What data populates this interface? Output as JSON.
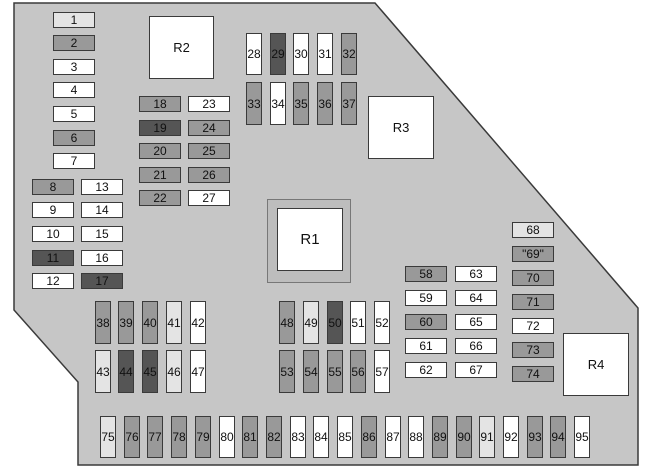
{
  "colors": {
    "board": "#c6c6c6",
    "outline": "#3a3a3a",
    "fuse_white": "#ffffff",
    "fuse_light": "#e4e4e4",
    "fuse_mid": "#999999",
    "fuse_dark": "#555555"
  },
  "relays": [
    "R1",
    "R2",
    "R3",
    "R4"
  ],
  "fuses": [
    {
      "label": "1",
      "shade": "light"
    },
    {
      "label": "2",
      "shade": "mid"
    },
    {
      "label": "3",
      "shade": "white"
    },
    {
      "label": "4",
      "shade": "white"
    },
    {
      "label": "5",
      "shade": "white"
    },
    {
      "label": "6",
      "shade": "mid"
    },
    {
      "label": "7",
      "shade": "white"
    },
    {
      "label": "8",
      "shade": "mid"
    },
    {
      "label": "9",
      "shade": "white"
    },
    {
      "label": "10",
      "shade": "white"
    },
    {
      "label": "11",
      "shade": "dark"
    },
    {
      "label": "12",
      "shade": "white"
    },
    {
      "label": "13",
      "shade": "white"
    },
    {
      "label": "14",
      "shade": "white"
    },
    {
      "label": "15",
      "shade": "white"
    },
    {
      "label": "16",
      "shade": "white"
    },
    {
      "label": "17",
      "shade": "dark"
    },
    {
      "label": "18",
      "shade": "mid"
    },
    {
      "label": "19",
      "shade": "dark"
    },
    {
      "label": "20",
      "shade": "mid"
    },
    {
      "label": "21",
      "shade": "mid"
    },
    {
      "label": "22",
      "shade": "mid"
    },
    {
      "label": "23",
      "shade": "white"
    },
    {
      "label": "24",
      "shade": "mid"
    },
    {
      "label": "25",
      "shade": "mid"
    },
    {
      "label": "26",
      "shade": "mid"
    },
    {
      "label": "27",
      "shade": "white"
    },
    {
      "label": "28",
      "shade": "white"
    },
    {
      "label": "29",
      "shade": "dark"
    },
    {
      "label": "30",
      "shade": "white"
    },
    {
      "label": "31",
      "shade": "white"
    },
    {
      "label": "32",
      "shade": "mid"
    },
    {
      "label": "33",
      "shade": "mid"
    },
    {
      "label": "34",
      "shade": "white"
    },
    {
      "label": "35",
      "shade": "mid"
    },
    {
      "label": "36",
      "shade": "mid"
    },
    {
      "label": "37",
      "shade": "mid"
    },
    {
      "label": "38",
      "shade": "mid"
    },
    {
      "label": "39",
      "shade": "mid"
    },
    {
      "label": "40",
      "shade": "mid"
    },
    {
      "label": "41",
      "shade": "light"
    },
    {
      "label": "42",
      "shade": "white"
    },
    {
      "label": "43",
      "shade": "light"
    },
    {
      "label": "44",
      "shade": "dark"
    },
    {
      "label": "45",
      "shade": "dark"
    },
    {
      "label": "46",
      "shade": "light"
    },
    {
      "label": "47",
      "shade": "white"
    },
    {
      "label": "48",
      "shade": "mid"
    },
    {
      "label": "49",
      "shade": "light"
    },
    {
      "label": "50",
      "shade": "dark"
    },
    {
      "label": "51",
      "shade": "white"
    },
    {
      "label": "52",
      "shade": "white"
    },
    {
      "label": "53",
      "shade": "mid"
    },
    {
      "label": "54",
      "shade": "mid"
    },
    {
      "label": "55",
      "shade": "mid"
    },
    {
      "label": "56",
      "shade": "mid"
    },
    {
      "label": "57",
      "shade": "white"
    },
    {
      "label": "58",
      "shade": "mid"
    },
    {
      "label": "59",
      "shade": "white"
    },
    {
      "label": "60",
      "shade": "mid"
    },
    {
      "label": "61",
      "shade": "white"
    },
    {
      "label": "62",
      "shade": "white"
    },
    {
      "label": "63",
      "shade": "white"
    },
    {
      "label": "64",
      "shade": "white"
    },
    {
      "label": "65",
      "shade": "white"
    },
    {
      "label": "66",
      "shade": "white"
    },
    {
      "label": "67",
      "shade": "white"
    },
    {
      "label": "68",
      "shade": "light"
    },
    {
      "label": "\"69\"",
      "shade": "mid"
    },
    {
      "label": "70",
      "shade": "mid"
    },
    {
      "label": "71",
      "shade": "mid"
    },
    {
      "label": "72",
      "shade": "white"
    },
    {
      "label": "73",
      "shade": "mid"
    },
    {
      "label": "74",
      "shade": "mid"
    },
    {
      "label": "75",
      "shade": "light"
    },
    {
      "label": "76",
      "shade": "mid"
    },
    {
      "label": "77",
      "shade": "mid"
    },
    {
      "label": "78",
      "shade": "mid"
    },
    {
      "label": "79",
      "shade": "mid"
    },
    {
      "label": "80",
      "shade": "white"
    },
    {
      "label": "81",
      "shade": "mid"
    },
    {
      "label": "82",
      "shade": "mid"
    },
    {
      "label": "83",
      "shade": "white"
    },
    {
      "label": "84",
      "shade": "white"
    },
    {
      "label": "85",
      "shade": "white"
    },
    {
      "label": "86",
      "shade": "mid"
    },
    {
      "label": "87",
      "shade": "white"
    },
    {
      "label": "88",
      "shade": "white"
    },
    {
      "label": "89",
      "shade": "mid"
    },
    {
      "label": "90",
      "shade": "mid"
    },
    {
      "label": "91",
      "shade": "light"
    },
    {
      "label": "92",
      "shade": "white"
    },
    {
      "label": "93",
      "shade": "mid"
    },
    {
      "label": "94",
      "shade": "mid"
    },
    {
      "label": "95",
      "shade": "white"
    }
  ]
}
